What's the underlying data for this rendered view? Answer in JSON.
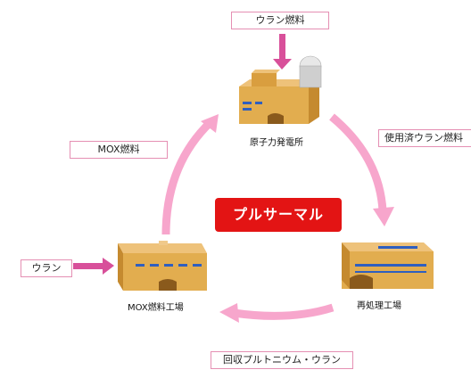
{
  "diagram": {
    "title": "プルサーマル",
    "nodes": {
      "power_plant": {
        "caption": "原子力発電所",
        "input_label": "ウラン燃料"
      },
      "reprocessing_plant": {
        "caption": "再処理工場"
      },
      "mox_plant": {
        "caption": "MOX燃料工場",
        "input_label": "ウラン"
      }
    },
    "flows": {
      "plant_to_reprocessing": "使用済ウラン燃料",
      "reprocessing_to_mox": "回収プルトニウム・ウラン",
      "mox_to_plant": "MOX燃料"
    },
    "colors": {
      "arrow": "#f7a6cc",
      "building_face": "#e2ad4f",
      "building_side": "#c58a2f",
      "building_top": "#eec27a",
      "windows": "#2f5fbf",
      "badge": "#e31414"
    }
  }
}
